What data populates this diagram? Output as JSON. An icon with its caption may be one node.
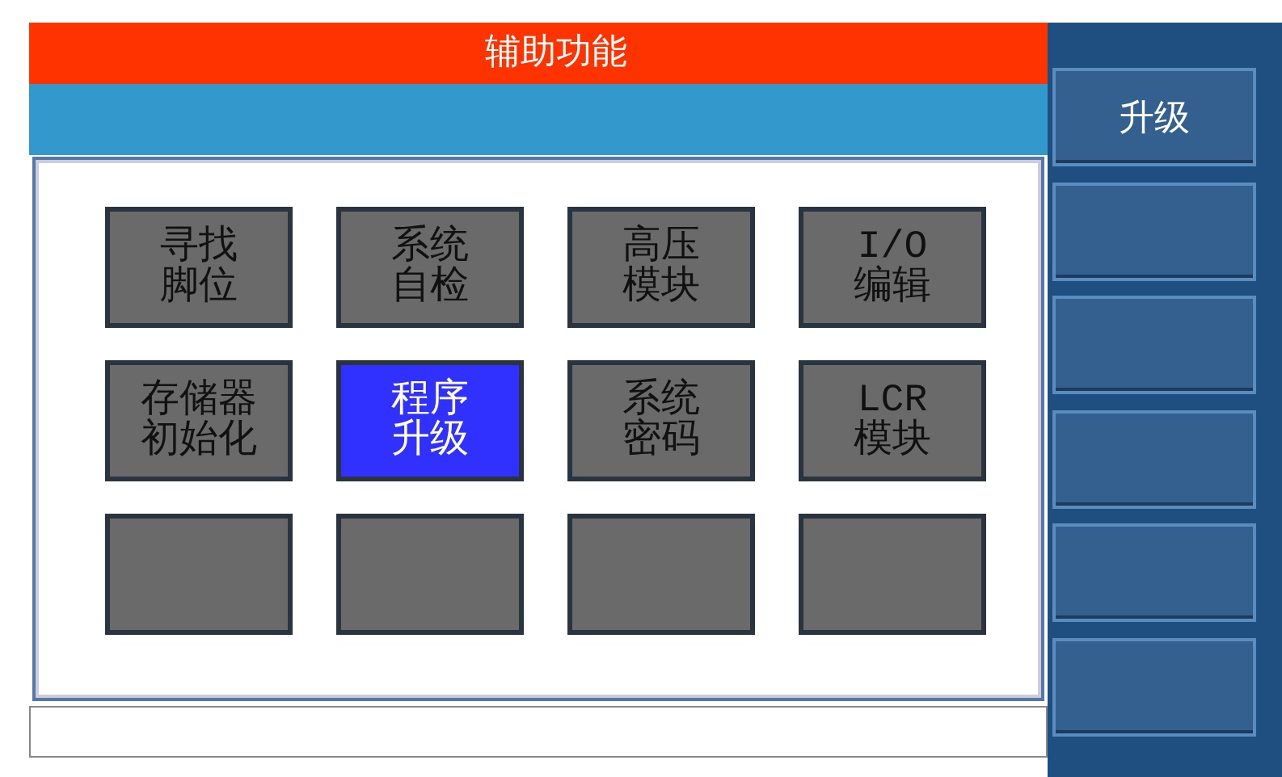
{
  "diagram": {
    "title": "辅助功能",
    "nodes": [
      {
        "text": [],
        "shape": "bar"
      },
      {
        "text": [
          "寻找脚位"
        ]
      },
      {
        "text": [
          "系统自检"
        ]
      },
      {
        "text": [
          "高压模块"
        ]
      },
      {
        "text": [
          "I/O编辑"
        ]
      },
      {
        "text": [
          "存储器初始化"
        ]
      },
      {
        "text": [
          "程序升级"
        ]
      },
      {
        "text": [
          "系统密码"
        ]
      },
      {
        "text": [
          "LCR模块"
        ]
      },
      {
        "text": [],
        "shape": "box"
      },
      {
        "text": [],
        "shape": "box"
      },
      {
        "text": [],
        "shape": "box"
      },
      {
        "text": [],
        "shape": "box"
      },
      {
        "text": [
          "升级"
        ]
      },
      {
        "text": [],
        "shape": "box"
      },
      {
        "text": [],
        "shape": "box"
      },
      {
        "text": [],
        "shape": "box"
      },
      {
        "text": [],
        "shape": "box"
      },
      {
        "text": [],
        "shape": "box"
      }
    ],
    "edges": []
  }
}
